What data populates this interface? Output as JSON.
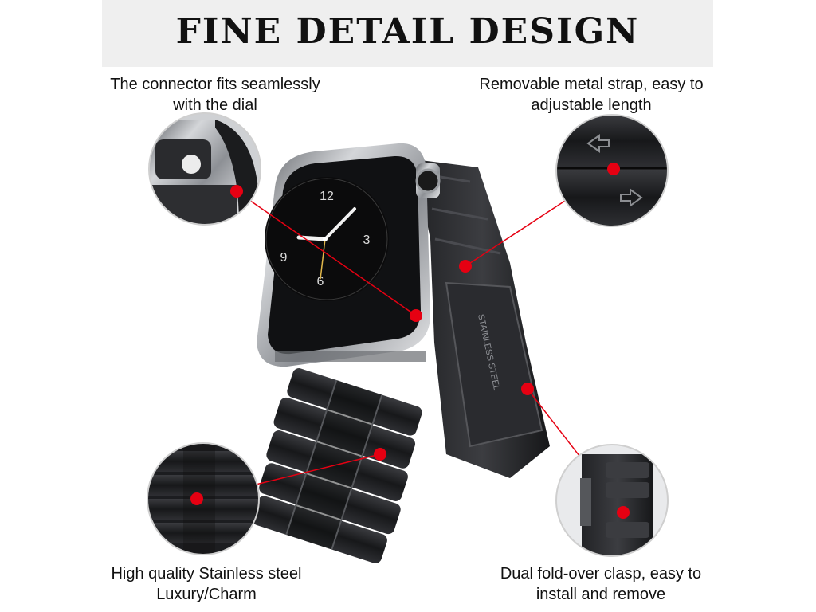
{
  "banner": {
    "title": "FINE DETAIL DESIGN"
  },
  "captions": {
    "top_left": {
      "line1": "The connector fits seamlessly",
      "line2": "with the dial"
    },
    "top_right": {
      "line1": "Removable metal strap, easy to",
      "line2": "adjustable length"
    },
    "bottom_left": {
      "line1": "High quality Stainless steel",
      "line2": "Luxury/Charm"
    },
    "bottom_right": {
      "line1": "Dual fold-over clasp, easy to",
      "line2": "install and remove"
    }
  },
  "watch": {
    "dial_numbers": [
      "12",
      "3",
      "6",
      "9"
    ],
    "clasp_engraving": "STAINLESS STEEL"
  },
  "colors": {
    "banner_bg": "#efefef",
    "marker_red": "#e60012",
    "band_black": "#1b1b1d",
    "case_silver": "#b9bcc0"
  }
}
